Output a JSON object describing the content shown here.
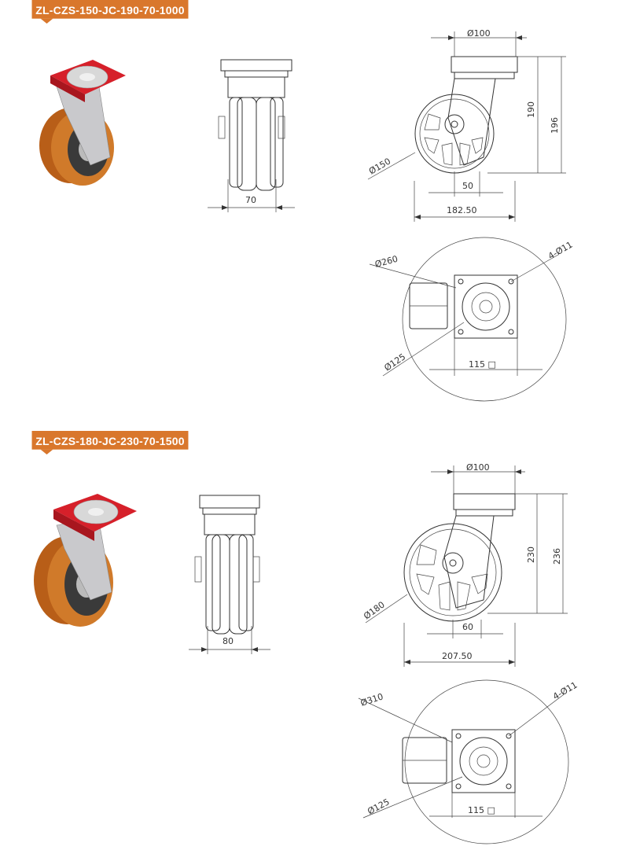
{
  "colors": {
    "banner": "#d9772c",
    "wheel_tread": "#c46a1c",
    "top_plate": "#d6202a",
    "bracket": "#c9c9cc"
  },
  "products": [
    {
      "model": "ZL-CZS-150-JC-190-70-1000",
      "dims": {
        "top_diameter": "Ø100",
        "height_inner": "190",
        "height_outer": "196",
        "wheel_diameter": "Ø150",
        "offset": "50",
        "swivel_radius": "182.50",
        "wheel_width": "70",
        "swivel_circle": "Ø260",
        "bolt_holes": "4-Ø11",
        "bolt_circle": "Ø125",
        "plate_size": "115 □"
      }
    },
    {
      "model": "ZL-CZS-180-JC-230-70-1500",
      "dims": {
        "top_diameter": "Ø100",
        "height_inner": "230",
        "height_outer": "236",
        "wheel_diameter": "Ø180",
        "offset": "60",
        "swivel_radius": "207.50",
        "wheel_width": "80",
        "swivel_circle": "Ø310",
        "bolt_holes": "4-Ø11",
        "bolt_circle": "Ø125",
        "plate_size": "115 □"
      }
    }
  ]
}
